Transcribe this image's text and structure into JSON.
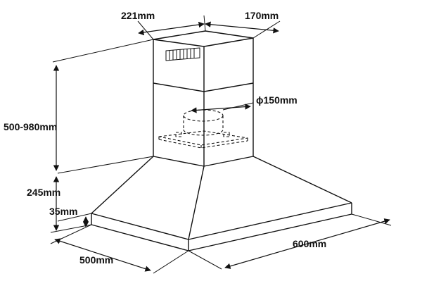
{
  "diagram": {
    "dimensions": {
      "chimney_depth": "221mm",
      "chimney_width": "170mm",
      "duct_diameter": "150mm",
      "chimney_height": "500-980mm",
      "canopy_height": "245mm",
      "rim_height": "35mm",
      "hood_depth": "500mm",
      "hood_width": "600mm"
    },
    "symbols": {
      "diameter": "ϕ"
    },
    "colors": {
      "line": "#111111",
      "background": "#ffffff"
    }
  }
}
